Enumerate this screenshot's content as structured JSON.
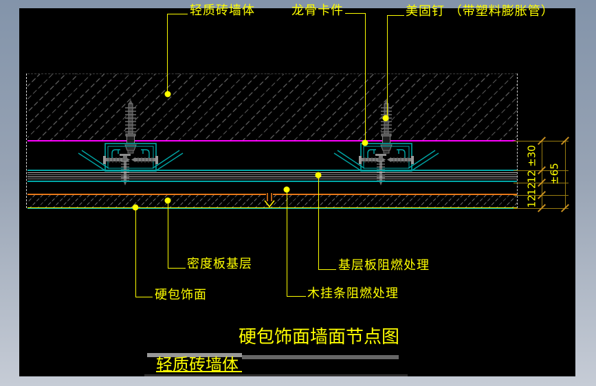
{
  "drawing": {
    "title": "硬包饰面墙面节点图",
    "footer_label": "轻质砖墙体",
    "callouts": {
      "top": [
        {
          "label": "轻质砖墙体"
        },
        {
          "label": "龙骨卡件"
        },
        {
          "label": "美固钉 （带塑料膨胀管）"
        }
      ],
      "bottom": [
        {
          "label": "密度板基层"
        },
        {
          "label": "硬包饰面"
        },
        {
          "label": "基层板阻燃处理"
        },
        {
          "label": "木挂条阻燃处理"
        }
      ]
    },
    "dimensions": {
      "segments": [
        "±30",
        "12",
        "12",
        "12"
      ],
      "total": "±65"
    },
    "colors": {
      "canvas": "#000000",
      "callout_yellow": "#ffff00",
      "wall_face_magenta": "#ff00ff",
      "profile_teal": "#00a8a8",
      "board_edge_orange": "#e87818",
      "dimension_gold": "#9a7d10",
      "frame_gray_top": "#8394aa",
      "frame_gray_bottom": "#c6ccd6"
    }
  }
}
